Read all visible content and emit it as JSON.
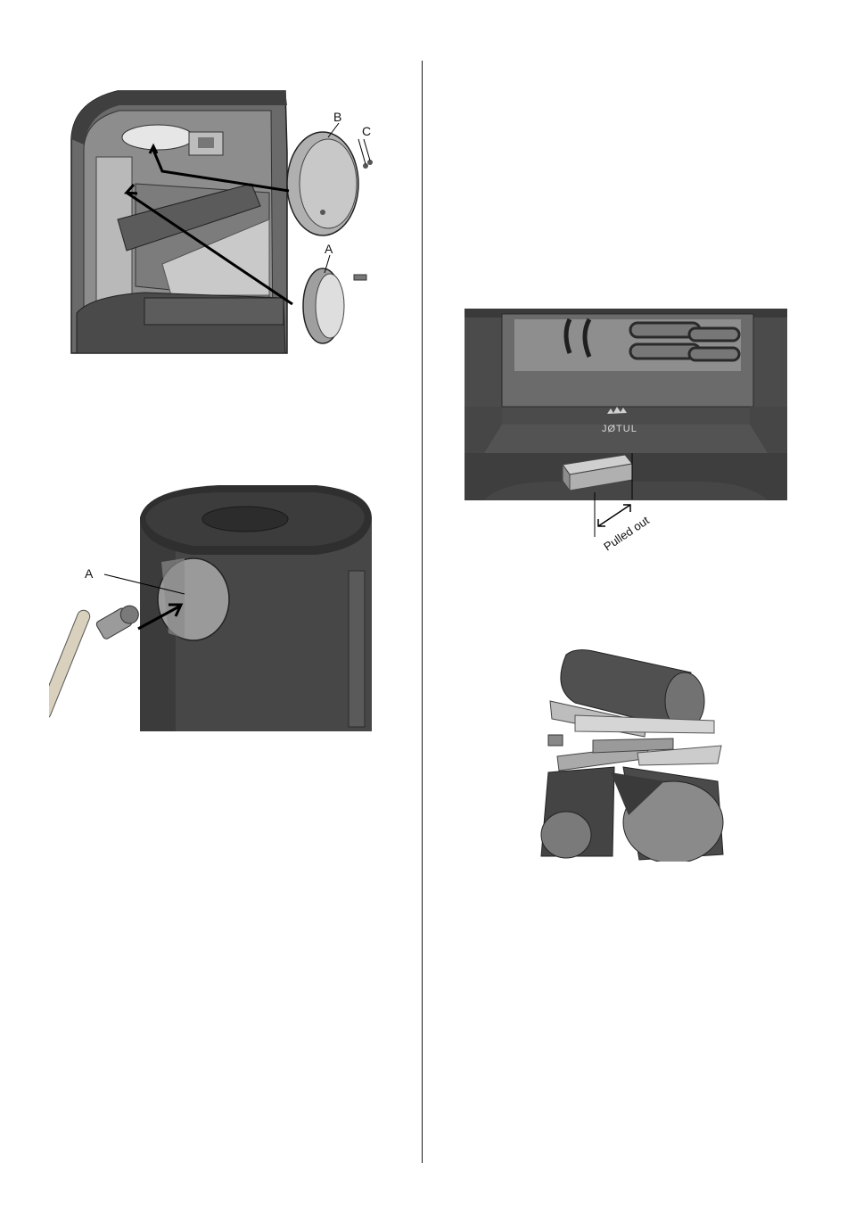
{
  "figure_1": {
    "callouts": [
      "A",
      "B",
      "C"
    ]
  },
  "figure_2": {
    "callouts": [
      "A"
    ]
  },
  "figure_3": {
    "brand": "JØTUL",
    "annotation": "Pulled out"
  },
  "colors": {
    "stove_body": "#4e4e4e",
    "stove_dark": "#303030",
    "glass": "#9a9a9a",
    "panel_light": "#b8b8b8"
  }
}
